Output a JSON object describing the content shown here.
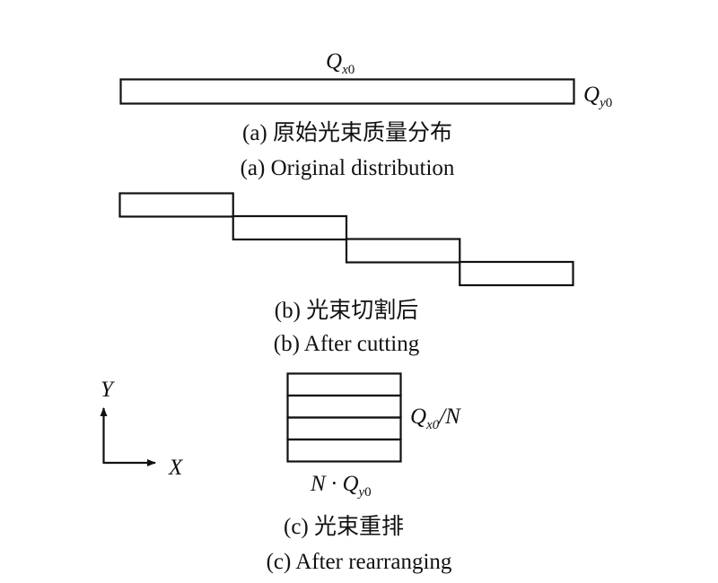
{
  "panel_a": {
    "label_top": {
      "base": "Q",
      "sub_italic": "x",
      "sub_upright": "0"
    },
    "label_right": {
      "base": "Q",
      "sub_italic": "y",
      "sub_upright": "0"
    },
    "caption_cn": "(a) 原始光束质量分布",
    "caption_en": "(a) Original distribution"
  },
  "panel_b": {
    "segments": 4,
    "caption_cn": "(b) 光束切割后",
    "caption_en": "(b) After cutting"
  },
  "panel_c": {
    "stacked_segments": 4,
    "label_right": {
      "base": "Q",
      "sub_italic": "x0",
      "suffix": "/N"
    },
    "label_bottom": {
      "prefix": "N · ",
      "base": "Q",
      "sub_italic": "y",
      "sub_upright": "0"
    },
    "caption_cn": "(c) 光束重排",
    "caption_en": "(c) After rearranging"
  },
  "axes": {
    "x_label": "X",
    "y_label": "Y"
  }
}
